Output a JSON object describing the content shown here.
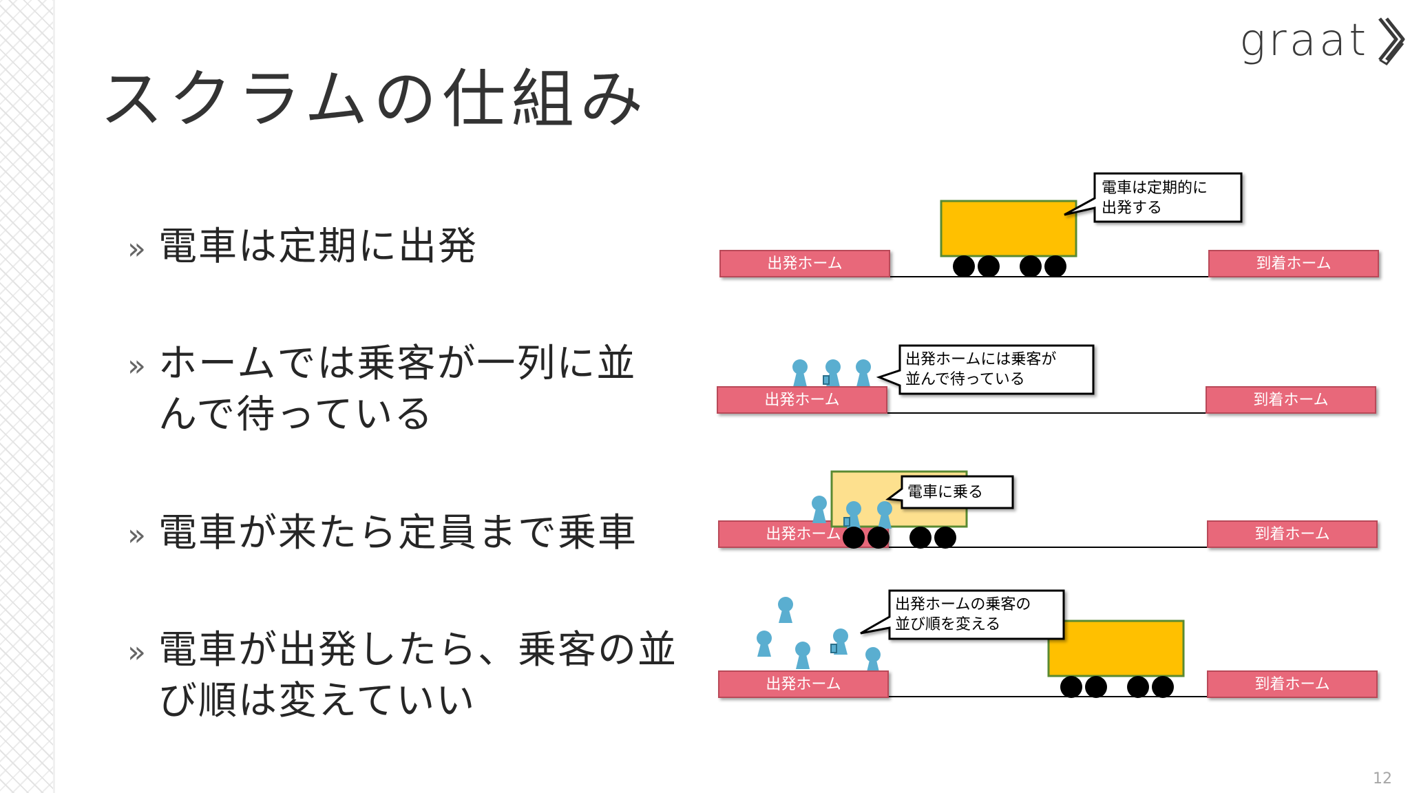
{
  "slide": {
    "title": "スクラムの仕組み",
    "page_number": "12"
  },
  "logo": {
    "text": "graat"
  },
  "bullets": [
    {
      "marker": "»",
      "text": "電車は定期に出発"
    },
    {
      "marker": "»",
      "text": "ホームでは乗客が一列に並んで待っている"
    },
    {
      "marker": "»",
      "text": "電車が来たら定員まで乗車"
    },
    {
      "marker": "»",
      "text": "電車が出発したら、乗客の並び順は変えていい"
    }
  ],
  "diagram": {
    "departure_label": "出発ホーム",
    "arrival_label": "到着ホーム",
    "callouts": [
      "電車は定期的に出発する",
      "出発ホームには乗客が並んで待っている",
      "電車に乗る",
      "出発ホームの乗客の並び順を変える"
    ],
    "colors": {
      "platform": "#e8687a",
      "platform_border": "#b94a58",
      "train": "#ffc000",
      "train_pale": "#fde08e",
      "train_border": "#5a8a32",
      "passenger": "#5aaed0",
      "wheel": "#000000"
    }
  }
}
